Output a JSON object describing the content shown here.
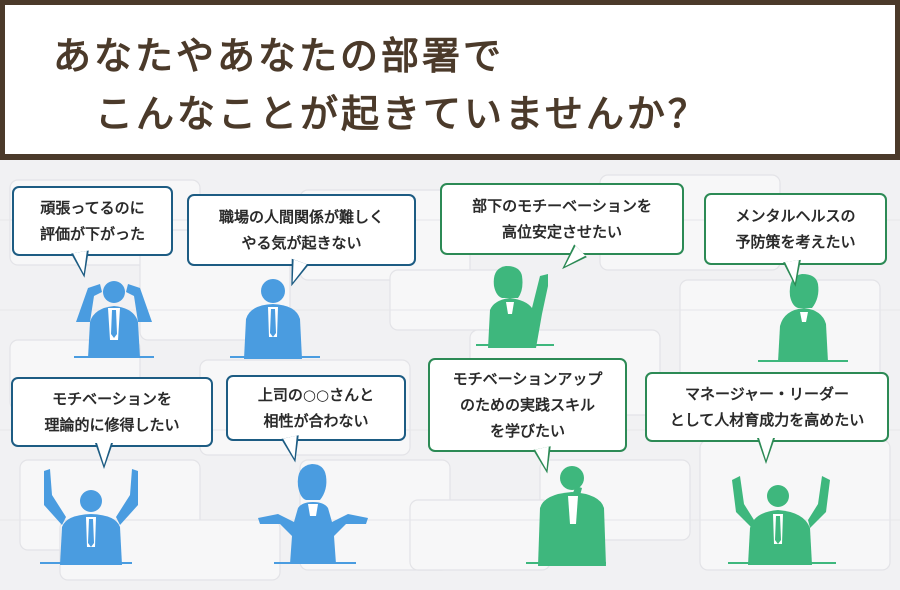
{
  "title": {
    "line1": "あなたやあなたの部署で",
    "line2": "こんなことが起きていませんか？"
  },
  "colors": {
    "title_text": "#4b3a2a",
    "title_frame": "#4b3a2a",
    "blue_accent": "#1d5c83",
    "blue_figure": "#4a9ce0",
    "green_accent": "#2c8a55",
    "green_figure": "#3eb77d"
  },
  "bubbles": [
    {
      "line1": "頑張ってるのに",
      "line2": "評価が下がった"
    },
    {
      "line1": "職場の人間関係が難しく",
      "line2": "やる気が起きない"
    },
    {
      "line1": "部下のモチーベーションを",
      "line2": "高位安定させたい"
    },
    {
      "line1": "メンタルヘルスの",
      "line2": "予防策を考えたい"
    },
    {
      "line1": "モチベーションを",
      "line2": "理論的に修得したい"
    },
    {
      "line1": "上司の○○さんと",
      "line2": "相性が合わない"
    },
    {
      "line1": "モチベーションアップ",
      "line2": "のための実践スキル",
      "line3": "を学びたい"
    },
    {
      "line1": "マネージャー・リーダー",
      "line2": "として人材育成力を高めたい"
    }
  ]
}
